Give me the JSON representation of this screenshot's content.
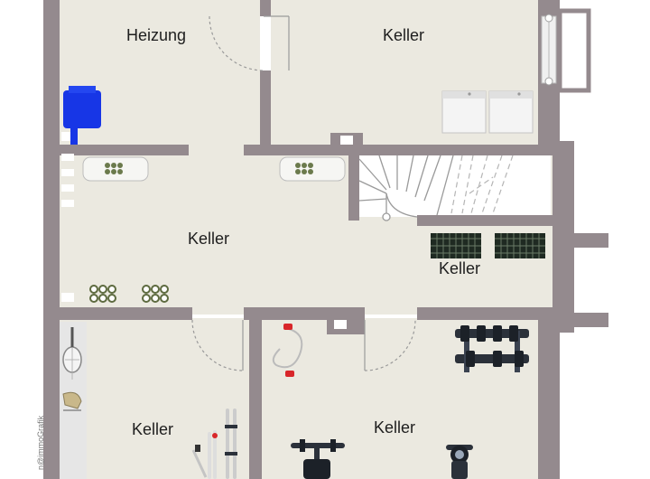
{
  "floorplan": {
    "rooms": [
      {
        "id": "heizung",
        "label": "Heizung"
      },
      {
        "id": "keller_top_right",
        "label": "Keller"
      },
      {
        "id": "keller_center",
        "label": "Keller"
      },
      {
        "id": "keller_right",
        "label": "Keller"
      },
      {
        "id": "keller_bottom_left",
        "label": "Keller"
      },
      {
        "id": "keller_bottom_center",
        "label": "Keller"
      }
    ],
    "credit": "n@immoGrafik"
  },
  "colors": {
    "wall": "#948a8e",
    "floor": "#ebe9e0",
    "heater": "#1736e6",
    "appliance": "#f4f4f4",
    "bottle": "#6b7a4c",
    "crate": "#1f2a22",
    "gym_equipment": "#2b313a",
    "door_swing": "#9a9a9a"
  },
  "icons": [
    "heater-icon",
    "washing-machine-icon",
    "dryer-icon",
    "wine-rack-icon",
    "bottle-crate-icon",
    "stairs-icon",
    "dumbbell-rack-icon",
    "resistance-band-icon",
    "weight-bench-icon",
    "exercise-bike-icon",
    "ski-icon",
    "tennis-racket-icon",
    "skates-icon"
  ]
}
